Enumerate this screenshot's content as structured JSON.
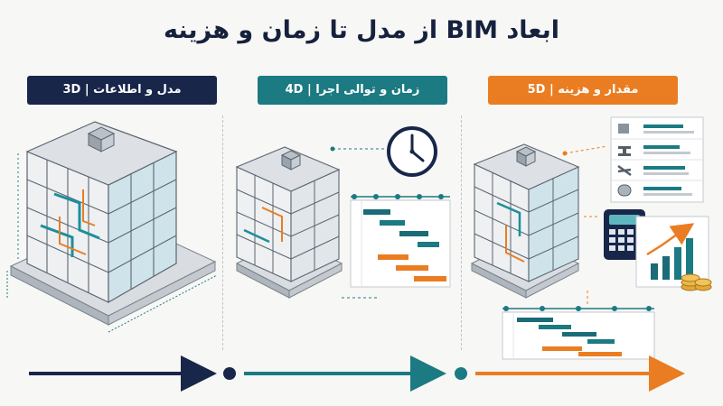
{
  "title": "ابعاد BIM از مدل تا زمان و هزینه",
  "stages": [
    {
      "label": "مدل و اطلاعات | 3D",
      "color": "#18264a"
    },
    {
      "label": "زمان و توالی اجرا | 4D",
      "color": "#1b7a82"
    },
    {
      "label": "مقدار و هزینه | 5D",
      "color": "#ea7d21"
    }
  ],
  "icons": {
    "clock": "clock-icon",
    "calculator": "calculator-icon",
    "coins": "coins-icon",
    "growth_chart": "bar-chart-icon",
    "materials": [
      "concrete-block-icon",
      "steel-beam-icon",
      "rebar-icon",
      "pipe-icon"
    ]
  }
}
